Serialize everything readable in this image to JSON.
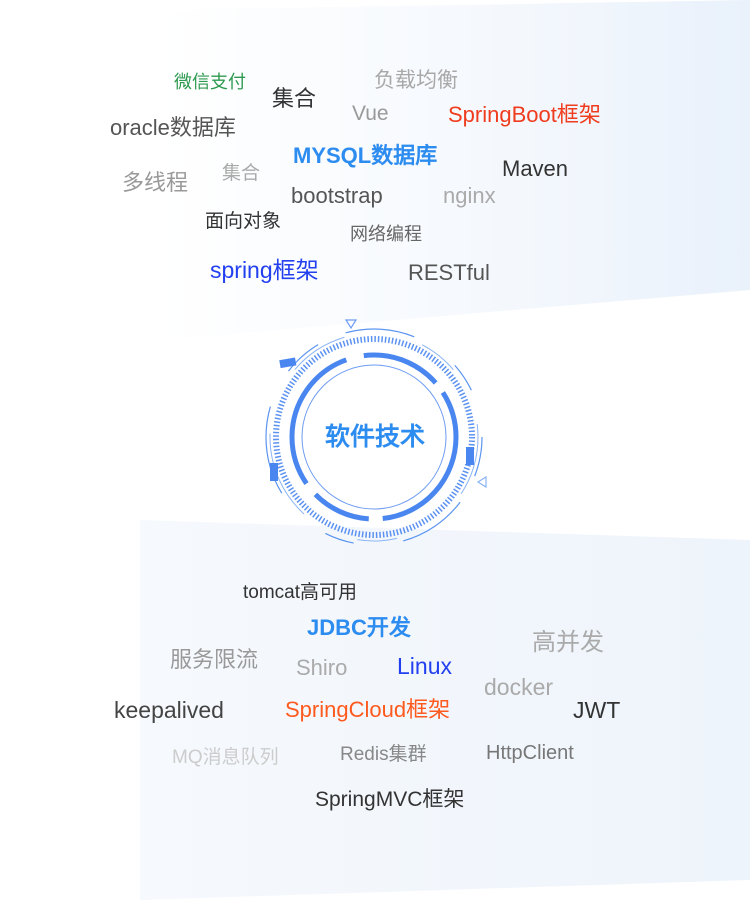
{
  "center_label": "软件技术",
  "accent_color": "#2d8cf0",
  "top_cloud": [
    {
      "text": "微信支付",
      "color": "#2e9a4f"
    },
    {
      "text": "负载均衡",
      "color": "#a8a8a8"
    },
    {
      "text": "集合",
      "color": "#333333"
    },
    {
      "text": "Vue",
      "color": "#999999"
    },
    {
      "text": "SpringBoot框架",
      "color": "#f03c1e"
    },
    {
      "text": "oracle数据库",
      "color": "#555555"
    },
    {
      "text": "MYSQL数据库",
      "color": "#2d8cf0"
    },
    {
      "text": "Maven",
      "color": "#333333"
    },
    {
      "text": "多线程",
      "color": "#999999"
    },
    {
      "text": "集合",
      "color": "#aaaaaa"
    },
    {
      "text": "bootstrap",
      "color": "#555555"
    },
    {
      "text": "nginx",
      "color": "#aaaaaa"
    },
    {
      "text": "面向对象",
      "color": "#333333"
    },
    {
      "text": "网络编程",
      "color": "#666666"
    },
    {
      "text": "spring框架",
      "color": "#2340f0"
    },
    {
      "text": "RESTful",
      "color": "#555555"
    }
  ],
  "bottom_cloud": [
    {
      "text": "tomcat高可用",
      "color": "#333333"
    },
    {
      "text": "JDBC开发",
      "color": "#2d8cf0"
    },
    {
      "text": "高并发",
      "color": "#aaaaaa"
    },
    {
      "text": "服务限流",
      "color": "#999999"
    },
    {
      "text": "Shiro",
      "color": "#aaaaaa"
    },
    {
      "text": "Linux",
      "color": "#2340f0"
    },
    {
      "text": "docker",
      "color": "#aaaaaa"
    },
    {
      "text": "keepalived",
      "color": "#444444"
    },
    {
      "text": "SpringCloud框架",
      "color": "#ff5a1e"
    },
    {
      "text": "JWT",
      "color": "#333333"
    },
    {
      "text": "MQ消息队列",
      "color": "#cccccc"
    },
    {
      "text": "Redis集群",
      "color": "#888888"
    },
    {
      "text": "HttpClient",
      "color": "#777777"
    },
    {
      "text": "SpringMVC框架",
      "color": "#333333"
    }
  ]
}
